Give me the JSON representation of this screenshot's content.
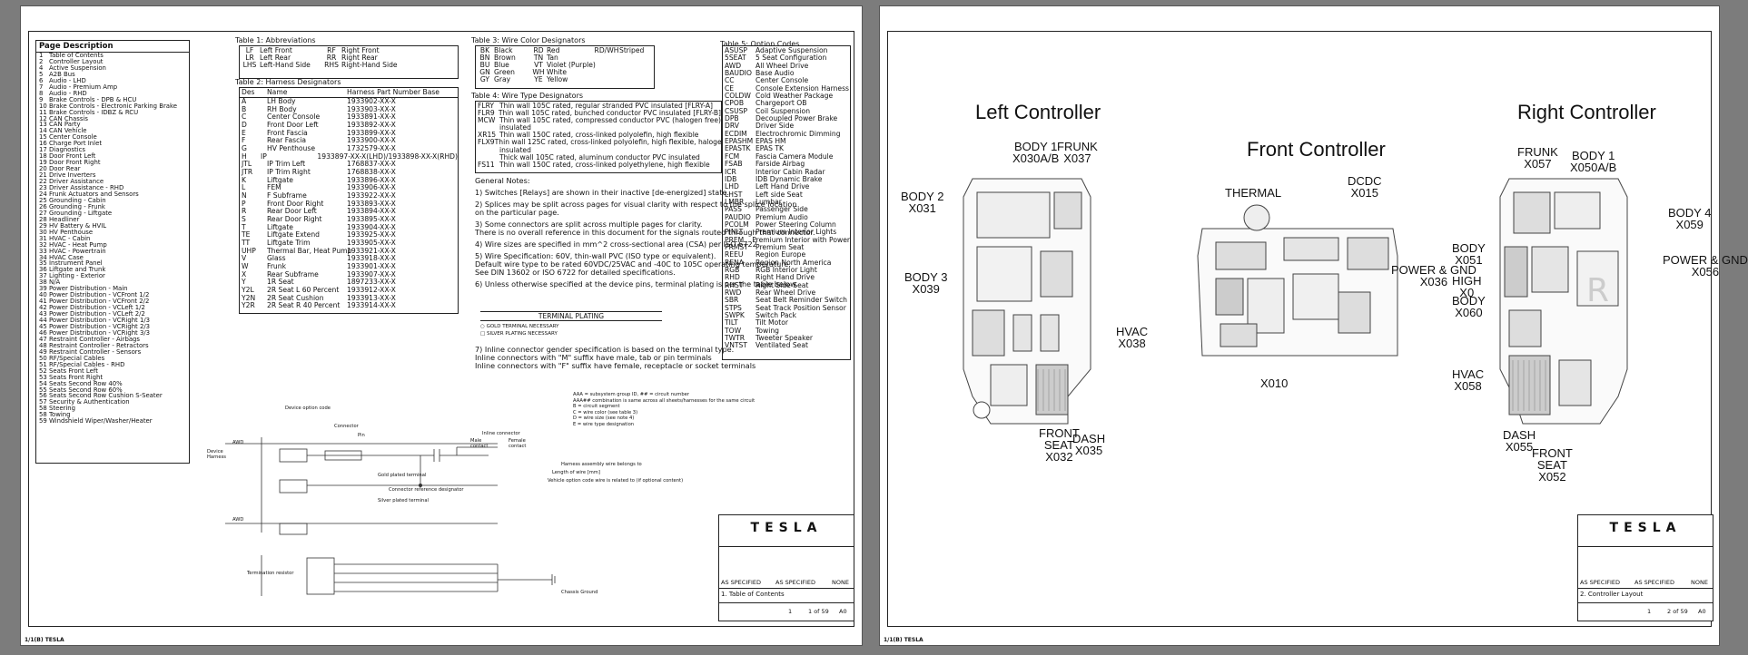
{
  "sheet1": {
    "page_desc": {
      "title": "Page Description",
      "items": [
        {
          "n": "1",
          "t": "Table of Contents"
        },
        {
          "n": "2",
          "t": "Controller Layout"
        },
        {
          "n": "4",
          "t": "Active Suspension"
        },
        {
          "n": "5",
          "t": "A2B Bus"
        },
        {
          "n": "6",
          "t": "Audio - LHD"
        },
        {
          "n": "7",
          "t": "Audio - Premium Amp"
        },
        {
          "n": "8",
          "t": "Audio - RHD"
        },
        {
          "n": "9",
          "t": "Brake Controls - DPB & HCU"
        },
        {
          "n": "10",
          "t": "Brake Controls - Electronic Parking Brake"
        },
        {
          "n": "11",
          "t": "Brake Controls - IDBZ & RCU"
        },
        {
          "n": "12",
          "t": "CAN Chassis"
        },
        {
          "n": "13",
          "t": "CAN Party"
        },
        {
          "n": "14",
          "t": "CAN Vehicle"
        },
        {
          "n": "15",
          "t": "Center Console"
        },
        {
          "n": "16",
          "t": "Charge Port Inlet"
        },
        {
          "n": "17",
          "t": "Diagnostics"
        },
        {
          "n": "18",
          "t": "Door Front Left"
        },
        {
          "n": "19",
          "t": "Door Front Right"
        },
        {
          "n": "20",
          "t": "Door Rear"
        },
        {
          "n": "21",
          "t": "Drive Inverters"
        },
        {
          "n": "22",
          "t": "Driver Assistance"
        },
        {
          "n": "23",
          "t": "Driver Assistance - RHD"
        },
        {
          "n": "24",
          "t": "Frunk Actuators and Sensors"
        },
        {
          "n": "25",
          "t": "Grounding - Cabin"
        },
        {
          "n": "26",
          "t": "Grounding - Frunk"
        },
        {
          "n": "27",
          "t": "Grounding - Liftgate"
        },
        {
          "n": "28",
          "t": "Headliner"
        },
        {
          "n": "29",
          "t": "HV Battery & HVIL"
        },
        {
          "n": "30",
          "t": "HV Penthouse"
        },
        {
          "n": "31",
          "t": "HVAC - Cabin"
        },
        {
          "n": "32",
          "t": "HVAC - Heat Pump"
        },
        {
          "n": "33",
          "t": "HVAC - Powertrain"
        },
        {
          "n": "34",
          "t": "HVAC Case"
        },
        {
          "n": "35",
          "t": "Instrument Panel"
        },
        {
          "n": "36",
          "t": "Liftgate and Trunk"
        },
        {
          "n": "37",
          "t": "Lighting - Exterior"
        },
        {
          "n": "38",
          "t": "N/A"
        },
        {
          "n": "39",
          "t": "Power Distribution - Main"
        },
        {
          "n": "40",
          "t": "Power Distribution - VCFront 1/2"
        },
        {
          "n": "41",
          "t": "Power Distribution - VCFront 2/2"
        },
        {
          "n": "42",
          "t": "Power Distribution - VCLeft 1/2"
        },
        {
          "n": "43",
          "t": "Power Distribution - VCLeft 2/2"
        },
        {
          "n": "44",
          "t": "Power Distribution - VCRight 1/3"
        },
        {
          "n": "45",
          "t": "Power Distribution - VCRight 2/3"
        },
        {
          "n": "46",
          "t": "Power Distribution - VCRight 3/3"
        },
        {
          "n": "47",
          "t": "Restraint Controller - Airbags"
        },
        {
          "n": "48",
          "t": "Restraint Controller - Retractors"
        },
        {
          "n": "49",
          "t": "Restraint Controller - Sensors"
        },
        {
          "n": "50",
          "t": "RF/Special Cables"
        },
        {
          "n": "51",
          "t": "RF/Special Cables - RHD"
        },
        {
          "n": "52",
          "t": "Seats Front Left"
        },
        {
          "n": "53",
          "t": "Seats Front Right"
        },
        {
          "n": "54",
          "t": "Seats Second Row 40%"
        },
        {
          "n": "55",
          "t": "Seats Second Row 60%"
        },
        {
          "n": "56",
          "t": "Seats Second Row Cushion S-Seater"
        },
        {
          "n": "57",
          "t": "Security & Authentication"
        },
        {
          "n": "58",
          "t": "Steering"
        },
        {
          "n": "58",
          "t": "Towing"
        },
        {
          "n": "59",
          "t": "Windshield Wiper/Washer/Heater"
        }
      ]
    },
    "table1": {
      "caption": "Table 1: Abbreviations",
      "rows": [
        [
          "LF",
          "Left Front",
          "RF",
          "Right Front"
        ],
        [
          "LR",
          "Left Rear",
          "RR",
          "Right Rear"
        ],
        [
          "LHS",
          "Left-Hand Side",
          "RHS",
          "Right-Hand Side"
        ]
      ]
    },
    "table2": {
      "caption": "Table 2: Harness Designators",
      "headers": [
        "Des",
        "Name",
        "Harness Part Number Base"
      ],
      "rows": [
        [
          "A",
          "LH Body",
          "1933902-XX-X"
        ],
        [
          "B",
          "RH Body",
          "1933903-XX-X"
        ],
        [
          "C",
          "Center Console",
          "1933891-XX-X"
        ],
        [
          "D",
          "Front Door Left",
          "1933892-XX-X"
        ],
        [
          "E",
          "Front Fascia",
          "1933899-XX-X"
        ],
        [
          "F",
          "Rear Fascia",
          "1933900-XX-X"
        ],
        [
          "G",
          "HV Penthouse",
          "1732579-XX-X"
        ],
        [
          "H",
          "IP",
          "1933897-XX-X(LHD)/1933898-XX-X(RHD)"
        ],
        [
          "JTL",
          "IP Trim Left",
          "1768837-XX-X"
        ],
        [
          "JTR",
          "IP Trim Right",
          "1768838-XX-X"
        ],
        [
          "K",
          "Liftgate",
          "1933896-XX-X"
        ],
        [
          "L",
          "FEM",
          "1933906-XX-X"
        ],
        [
          "N",
          "F Subframe",
          "1933922-XX-X"
        ],
        [
          "P",
          "Front Door Right",
          "1933893-XX-X"
        ],
        [
          "R",
          "Rear Door Left",
          "1933894-XX-X"
        ],
        [
          "S",
          "Rear Door Right",
          "1933895-XX-X"
        ],
        [
          "T",
          "Liftgate",
          "1933904-XX-X"
        ],
        [
          "TE",
          "Liftgate Extend",
          "1933925-XX-X"
        ],
        [
          "TT",
          "Liftgate Trim",
          "1933905-XX-X"
        ],
        [
          "UHP",
          "Thermal Bar, Heat Pump",
          "1933921-XX-X"
        ],
        [
          "V",
          "Glass",
          "1933918-XX-X"
        ],
        [
          "W",
          "Frunk",
          "1933901-XX-X"
        ],
        [
          "X",
          "Rear Subframe",
          "1933907-XX-X"
        ],
        [
          "Y",
          "1R Seat",
          "1897233-XX-X"
        ],
        [
          "Y2L",
          "2R Seat L 60 Percent",
          "1933912-XX-X"
        ],
        [
          "Y2N",
          "2R Seat Cushion",
          "1933913-XX-X"
        ],
        [
          "Y2R",
          "2R Seat R 40 Percent",
          "1933914-XX-X"
        ]
      ]
    },
    "table3": {
      "caption": "Table 3: Wire Color Designators",
      "rows": [
        [
          "BK",
          "Black",
          "RD",
          "Red",
          "RD/WH",
          "Striped"
        ],
        [
          "BN",
          "Brown",
          "TN",
          "Tan",
          "",
          ""
        ],
        [
          "BU",
          "Blue",
          "VT",
          "Violet (Purple)",
          "",
          ""
        ],
        [
          "GN",
          "Green",
          "WH",
          "White",
          "",
          ""
        ],
        [
          "GY",
          "Gray",
          "YE",
          "Yellow",
          "",
          ""
        ]
      ]
    },
    "table4": {
      "caption": "Table 4: Wire Type Designators",
      "rows": [
        [
          "FLRY",
          "Thin wall 105C rated, regular stranded PVC insulated [FLRY-A]"
        ],
        [
          "FLR9",
          "Thin wall 105C rated, bunched conductor PVC insulated [FLRY-B]"
        ],
        [
          "MCW",
          "Thin wall 105C rated, compressed conductor PVC (halogen free)"
        ],
        [
          "",
          "insulated"
        ],
        [
          "XR15",
          "Thin wall 150C rated, cross-linked polyolefin, high flexible"
        ],
        [
          "FLX9",
          "Thin wall 125C rated, cross-linked polyolefin, high flexible, halogen free"
        ],
        [
          "",
          "insulated"
        ],
        [
          "",
          "Thick wall 105C rated, aluminum conductor PVC insulated"
        ],
        [
          "FS11",
          "Thin wall 150C rated, cross-linked polyethylene, high flexible"
        ]
      ]
    },
    "table5": {
      "caption": "Table 5: Option Codes",
      "rows": [
        [
          "ASUSP",
          "Adaptive Suspension"
        ],
        [
          "5SEAT",
          "5 Seat Configuration"
        ],
        [
          "AWD",
          "All Wheel Drive"
        ],
        [
          "BAUDIO",
          "Base Audio"
        ],
        [
          "CC",
          "Center Console"
        ],
        [
          "CE",
          "Console Extension Harness"
        ],
        [
          "COLDW",
          "Cold Weather Package"
        ],
        [
          "CPOB",
          "Chargeport OB"
        ],
        [
          "CSUSP",
          "Coil Suspension"
        ],
        [
          "DPB",
          "Decoupled Power Brake"
        ],
        [
          "DRV",
          "Driver Side"
        ],
        [
          "ECDIM",
          "Electrochromic Dimming"
        ],
        [
          "EPASHM",
          "EPAS HM"
        ],
        [
          "EPASTK",
          "EPAS TK"
        ],
        [
          "FCM",
          "Fascia Camera Module"
        ],
        [
          "FSAB",
          "Farside Airbag"
        ],
        [
          "ICR",
          "Interior Cabin Radar"
        ],
        [
          "IDB",
          "IDB Dynamic Brake"
        ],
        [
          "LHD",
          "Left Hand Drive"
        ],
        [
          "LHST",
          "Left side Seat"
        ],
        [
          "LMBR",
          "Lumbar"
        ],
        [
          "PASS",
          "Passenger Side"
        ],
        [
          "PAUDIO",
          "Premium Audio"
        ],
        [
          "PCOLM",
          "Power Steering Column"
        ],
        [
          "PINLT",
          "Premium Interior Lights"
        ],
        [
          "PREM",
          "Premium Interior with Power"
        ],
        [
          "PRMST",
          "Premium Seat"
        ],
        [
          "REEU",
          "Region Europe"
        ],
        [
          "RENA",
          "Region North America"
        ],
        [
          "RGB",
          "RGB Interior Light"
        ],
        [
          "RHD",
          "Right Hand Drive"
        ],
        [
          "RHST",
          "Right Side Seat"
        ],
        [
          "RWD",
          "Rear Wheel Drive"
        ],
        [
          "SBR",
          "Seat Belt Reminder Switch"
        ],
        [
          "STPS",
          "Seat Track Position Sensor"
        ],
        [
          "SWPK",
          "Switch Pack"
        ],
        [
          "TILT",
          "Tilt Motor"
        ],
        [
          "TOW",
          "Towing"
        ],
        [
          "TWTR",
          "Tweeter Speaker"
        ],
        [
          "VNTST",
          "Ventilated Seat"
        ]
      ]
    },
    "general_notes": {
      "title": "General Notes:",
      "lines": [
        "1) Switches [Relays] are shown in their inactive [de-energized] state.",
        "",
        "2) Splices may be split across pages for visual clarity with respect to the splice location",
        "on the particular page.",
        "",
        "3) Some connectors are split across multiple pages for clarity.",
        "There is no overall reference in this document for the signals routed through that connector.",
        "",
        "4) Wire sizes are specified in mm^2 cross-sectional area (CSA) per ISO 6722",
        "",
        "5) Wire Specification: 60V, thin-wall PVC (ISO type or equivalent).",
        "Default wire type to be rated 60VDC/25VAC and -40C to 105C operating temperature.",
        "See DIN 13602 or ISO 6722 for detailed specifications.",
        "",
        "6) Unless otherwise specified at the device pins, terminal plating is per the table below."
      ],
      "terminal_plating": {
        "title": "TERMINAL PLATING",
        "gold": "GOLD TERMINAL NECESSARY",
        "silver": "SILVER PLATING NECESSARY"
      },
      "lines2": [
        "7) Inline connector gender specification is based on the terminal type.",
        "Inline connectors with \"M\" suffix have male, tab or pin terminals",
        "Inline connectors with \"F\" suffix have female, receptacle or socket terminals"
      ]
    },
    "legend": {
      "device_option_code": "Device option code",
      "connector": "Connector",
      "pin": "Pin",
      "device_harness": "Device\nHarness",
      "inline_connector": "Inline connector",
      "male_contact": "Male\ncontact",
      "female_contact": "Female\ncontact",
      "gold_plated": "Gold plated terminal",
      "connector_ref": "Connector reference designator",
      "silver_plated": "Silver plated terminal",
      "termination_resistor": "Termination resistor",
      "chassis_ground": "Chassis Ground",
      "harness_belongs": "Harness assembly wire belongs to",
      "length": "Length of wire [mm]",
      "vehicle_option": "Vehicle option code wire is related to (if optional content)",
      "key_lines": [
        "AAA = subsystem group ID, ## = circuit number",
        "AAA## combination is same across all sheets/harnesses for the same circuit",
        "B = circuit segment",
        "C = wire color (see table 3)",
        "D = wire size (see note 4)",
        "E = wire type designation"
      ],
      "and1": "AWD",
      "and2": "AWD"
    },
    "title_block": {
      "logo": "TESLA",
      "as_specified_1": "AS SPECIFIED",
      "as_specified_2": "AS SPECIFIED",
      "none": "NONE",
      "sheet_title": "1. Table of Contents",
      "page": "1",
      "of": "1 of 59",
      "size": "A0"
    },
    "corner_id": "1/1(B) TESLA"
  },
  "sheet2": {
    "titles": {
      "left": "Left Controller",
      "front": "Front Controller",
      "right": "Right Controller"
    },
    "left_labels": {
      "body1": "BODY 1\nX030A/B",
      "frunk": "FRUNK\nX037",
      "body2": "BODY 2\nX031",
      "body3": "BODY 3\nX039",
      "hvac": "HVAC\nX038",
      "front_seat": "FRONT\nSEAT\nX032",
      "dash": "DASH\nX035"
    },
    "front_labels": {
      "thermal": "THERMAL",
      "dcdc": "DCDC\nX015",
      "power_gnd": "POWER & GND\nX036",
      "high": "HIGH\nX0",
      "x010": "X010"
    },
    "right_labels": {
      "frunk": "FRUNK\nX057",
      "body1": "BODY 1\nX050A/B",
      "body4": "BODY 4\nX059",
      "body_x051": "BODY\nX051",
      "power_gnd": "POWER & GND\nX056",
      "body_x060": "BODY\nX060",
      "hvac": "HVAC\nX058",
      "dash": "DASH\nX055",
      "front_seat": "FRONT\nSEAT\nX052"
    },
    "title_block": {
      "logo": "TESLA",
      "as_specified_1": "AS SPECIFIED",
      "as_specified_2": "AS SPECIFIED",
      "none": "NONE",
      "sheet_title": "2. Controller Layout",
      "page": "1",
      "of": "2 of 59",
      "size": "A0"
    },
    "corner_id": "1/1(B) TESLA"
  }
}
